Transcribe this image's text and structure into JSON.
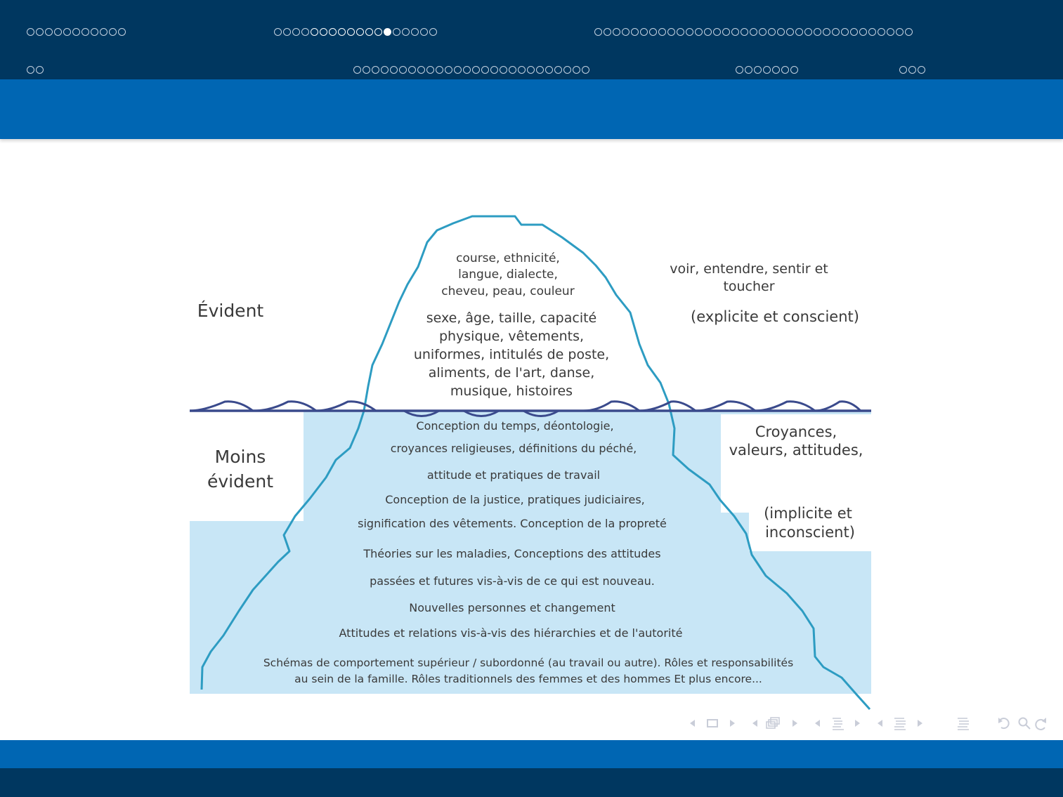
{
  "navigation": {
    "row1": [
      {
        "dots": 11,
        "bright_start": -1,
        "bright_end": -1,
        "current": -1
      },
      {
        "dots": 18,
        "bright_start": 4,
        "bright_end": 12,
        "current": 12
      },
      {
        "dots": 35,
        "bright_start": -1,
        "bright_end": -1,
        "current": -1
      }
    ],
    "row2": [
      {
        "dots": 2
      },
      {
        "dots": 26
      },
      {
        "dots": 7
      },
      {
        "dots": 3
      }
    ]
  },
  "diagram": {
    "evident": "Évident",
    "less_evident_line1": "Moins",
    "less_evident_line2": "évident",
    "right_top": [
      "voir, entendre, sentir et",
      "toucher"
    ],
    "right_top_note": "(explicite et conscient)",
    "right_bottom": [
      "Croyances,",
      "valeurs, attitudes,"
    ],
    "right_bottom_note": [
      "(implicite et",
      "inconscient)"
    ],
    "tip_lines": [
      "course, ethnicité,",
      "langue, dialecte,",
      "cheveu, peau, couleur"
    ],
    "visible_lines": [
      "sexe, âge, taille, capacité",
      "physique, vêtements,",
      "uniformes, intitulés de poste,",
      "aliments, de l'art, danse,",
      "musique, histoires"
    ],
    "under_lines": [
      "Conception du temps, déontologie,",
      "croyances religieuses, définitions du péché,",
      "attitude et pratiques de travail",
      "Conception de la justice, pratiques judiciaires,",
      "signification des vêtements. Conception de la propreté",
      "Théories sur les maladies, Conceptions des attitudes",
      "passées et futures vis-à-vis de ce qui est nouveau.",
      "Nouvelles personnes et changement",
      "Attitudes et relations vis-à-vis des hiérarchies et de l'autorité",
      "Schémas de comportement supérieur / subordonné (au travail ou autre).  Rôles et responsabilités",
      "au sein de la famille. Rôles traditionnels des femmes et des hommes Et plus encore..."
    ]
  },
  "colors": {
    "header_dark": "#003760",
    "header_blue": "#0066b3",
    "water": "#c8e6f6",
    "outline": "#2d9cc2",
    "wave": "#3a4a8c",
    "text": "#3a3a3a"
  },
  "icons": [
    "arrow-left-icon",
    "frame-icon",
    "arrow-right-icon",
    "subsection-icon",
    "section-icon",
    "menu-icon",
    "back-icon",
    "search-icon",
    "refresh-icon"
  ]
}
